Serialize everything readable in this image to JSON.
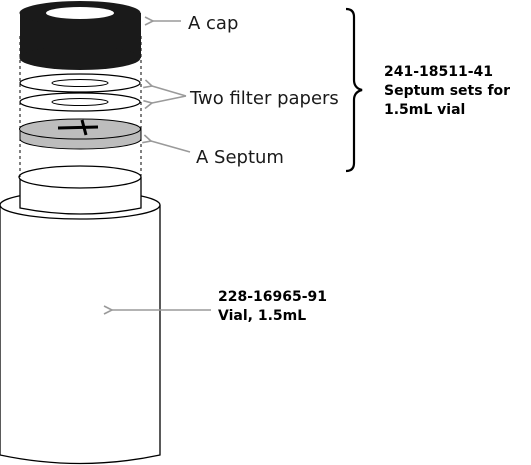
{
  "labels": {
    "cap": "A cap",
    "filters": "Two filter papers",
    "septum": "A Septum"
  },
  "septum_set": {
    "line1": "241-18511-41",
    "line2": "Septum sets for",
    "line3": "1.5mL vial"
  },
  "vial": {
    "line1": "228-16965-91",
    "line2": "Vial, 1.5mL"
  },
  "colors": {
    "cap": "#1a1a1a",
    "cap_opening": "#ffffff",
    "septum": "#bdbdbd",
    "arrow": "#9a9a9a",
    "outline": "#000000"
  }
}
